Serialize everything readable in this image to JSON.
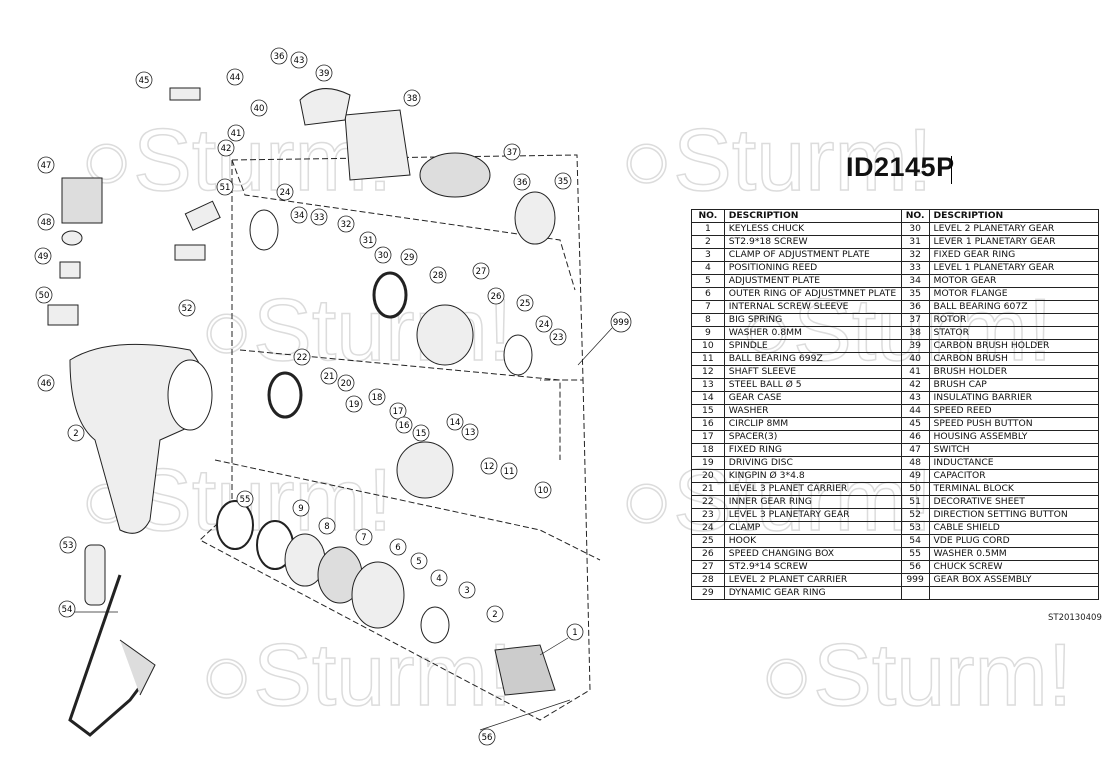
{
  "title": "ID2145P",
  "doc_code": "ST20130409",
  "watermark": "Sturm!",
  "table": {
    "headers": {
      "no": "NO.",
      "description": "DESCRIPTION"
    },
    "left": [
      [
        "1",
        "KEYLESS CHUCK"
      ],
      [
        "2",
        "ST2.9*18 SCREW"
      ],
      [
        "3",
        "CLAMP OF ADJUSTMENT PLATE"
      ],
      [
        "4",
        "POSITIONING REED"
      ],
      [
        "5",
        "ADJUSTMENT PLATE"
      ],
      [
        "6",
        "OUTER RING OF ADJUSTMNET PLATE"
      ],
      [
        "7",
        "INTERNAL SCREW SLEEVE"
      ],
      [
        "8",
        "BIG SPRING"
      ],
      [
        "9",
        "WASHER 0.8MM"
      ],
      [
        "10",
        "SPINDLE"
      ],
      [
        "11",
        "BALL BEARING 699Z"
      ],
      [
        "12",
        "SHAFT SLEEVE"
      ],
      [
        "13",
        "STEEL BALL Ø 5"
      ],
      [
        "14",
        "GEAR CASE"
      ],
      [
        "15",
        "WASHER"
      ],
      [
        "16",
        "CIRCLIP 8MM"
      ],
      [
        "17",
        "SPACER(3)"
      ],
      [
        "18",
        "FIXED RING"
      ],
      [
        "19",
        "DRIVING DISC"
      ],
      [
        "20",
        "KINGPIN Ø 3*4.8"
      ],
      [
        "21",
        "LEVEL 3 PLANET CARRIER"
      ],
      [
        "22",
        "INNER GEAR RING"
      ],
      [
        "23",
        "LEVEL 3 PLANETARY GEAR"
      ],
      [
        "24",
        "CLAMP"
      ],
      [
        "25",
        "HOOK"
      ],
      [
        "26",
        "SPEED CHANGING BOX"
      ],
      [
        "27",
        "ST2.9*14 SCREW"
      ],
      [
        "28",
        "LEVEL 2 PLANET CARRIER"
      ],
      [
        "29",
        "DYNAMIC GEAR RING"
      ]
    ],
    "right": [
      [
        "30",
        "LEVEL 2 PLANETARY GEAR"
      ],
      [
        "31",
        "LEVER 1 PLANETARY GEAR"
      ],
      [
        "32",
        "FIXED GEAR RING"
      ],
      [
        "33",
        "LEVEL 1 PLANETARY GEAR"
      ],
      [
        "34",
        "MOTOR GEAR"
      ],
      [
        "35",
        "MOTOR FLANGE"
      ],
      [
        "36",
        "BALL BEARING 607Z"
      ],
      [
        "37",
        "ROTOR"
      ],
      [
        "38",
        "STATOR"
      ],
      [
        "39",
        "CARBON BRUSH HOLDER"
      ],
      [
        "40",
        "CARBON BRUSH"
      ],
      [
        "41",
        "BRUSH HOLDER"
      ],
      [
        "42",
        "BRUSH CAP"
      ],
      [
        "43",
        "INSULATING BARRIER"
      ],
      [
        "44",
        "SPEED REED"
      ],
      [
        "45",
        "SPEED PUSH BUTTON"
      ],
      [
        "46",
        "HOUSING ASSEMBLY"
      ],
      [
        "47",
        "SWITCH"
      ],
      [
        "48",
        "INDUCTANCE"
      ],
      [
        "49",
        "CAPACITOR"
      ],
      [
        "50",
        "TERMINAL BLOCK"
      ],
      [
        "51",
        "DECORATIVE SHEET"
      ],
      [
        "52",
        "DIRECTION SETTING BUTTON"
      ],
      [
        "53",
        "CABLE SHIELD"
      ],
      [
        "54",
        "VDE PLUG CORD"
      ],
      [
        "55",
        "WASHER 0.5MM"
      ],
      [
        "56",
        "CHUCK SCREW"
      ],
      [
        "999",
        "GEAR BOX ASSEMBLY"
      ],
      [
        "",
        ""
      ]
    ]
  },
  "callouts": [
    "36",
    "43",
    "39",
    "45",
    "44",
    "38",
    "40",
    "41",
    "42",
    "37",
    "47",
    "36",
    "35",
    "51",
    "24",
    "34",
    "33",
    "32",
    "48",
    "31",
    "30",
    "29",
    "49",
    "27",
    "28",
    "50",
    "26",
    "52",
    "25",
    "999",
    "24",
    "23",
    "22",
    "21",
    "20",
    "46",
    "19",
    "18",
    "17",
    "16",
    "15",
    "14",
    "13",
    "2",
    "12",
    "11",
    "10",
    "55",
    "9",
    "8",
    "7",
    "6",
    "5",
    "53",
    "4",
    "3",
    "54",
    "2",
    "1",
    "56"
  ]
}
